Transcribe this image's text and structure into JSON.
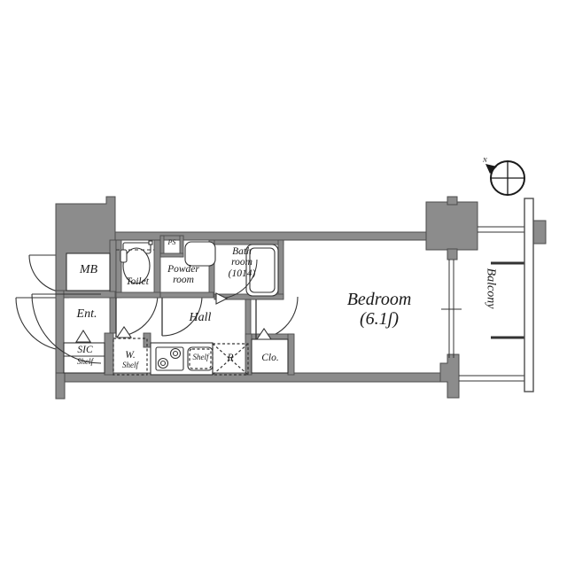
{
  "plan": {
    "type": "residential-floor-plan",
    "units": "Japanese apartment layout (1K)",
    "colors": {
      "wall_fill": "#8c8c8c",
      "wall_stroke": "#4d4d4d",
      "line": "#333333",
      "interior": "#ffffff",
      "text": "#1a1a1a",
      "background": "#ffffff"
    }
  },
  "rooms": [
    {
      "id": "bedroom",
      "label": "Bedroom",
      "size": "(6.1ʃ)"
    },
    {
      "id": "balcony",
      "label": "Balcony",
      "size": ""
    },
    {
      "id": "hall",
      "label": "Hall",
      "size": ""
    },
    {
      "id": "bathroom",
      "label_line1": "Bath",
      "label_line2": "room",
      "label_line3": "(1014)"
    },
    {
      "id": "powderroom",
      "label_line1": "Powder",
      "label_line2": "room"
    },
    {
      "id": "toilet",
      "label": "Toilet",
      "size": ""
    },
    {
      "id": "entrance",
      "label": "Ent.",
      "size": ""
    },
    {
      "id": "meterbox",
      "label": "MB",
      "size": ""
    },
    {
      "id": "closet",
      "label": "Clo.",
      "size": ""
    }
  ],
  "fixtures": [
    {
      "id": "sic",
      "label": "SIC",
      "sublabel": "Shelf"
    },
    {
      "id": "walk-in-closet",
      "label": "W.",
      "sublabel": "Shelf"
    },
    {
      "id": "kitchen-shelf",
      "label": "Shelf",
      "sublabel": ""
    },
    {
      "id": "refrigerator",
      "label": "R",
      "sublabel": ""
    },
    {
      "id": "pipe-space",
      "label": "PS",
      "sublabel": ""
    }
  ],
  "compass": {
    "name": "north-arrow",
    "label": "N",
    "direction": "north-west"
  }
}
